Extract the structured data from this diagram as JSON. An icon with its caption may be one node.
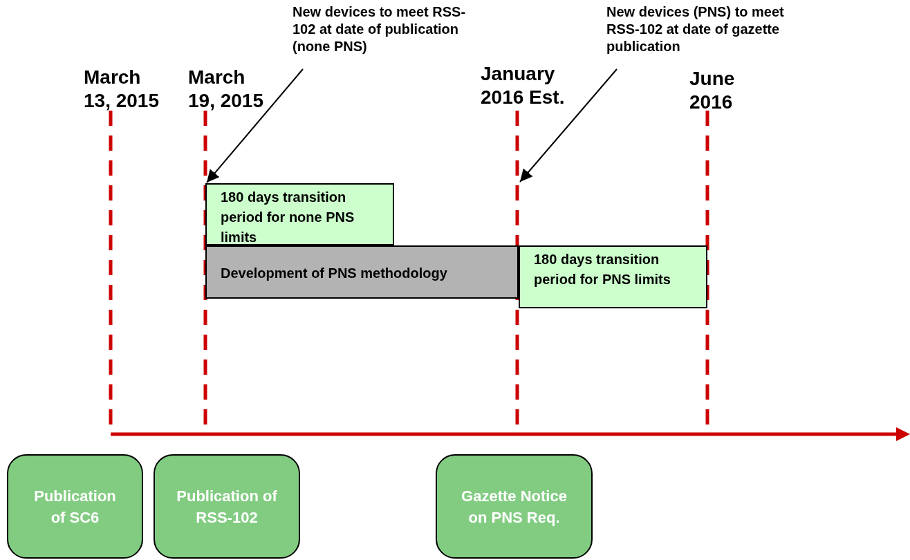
{
  "diagram": {
    "nodes": [
      {
        "text": [
          "New devices to meet RSS-102 at date of publication (none PNS)"
        ]
      },
      {
        "text": [
          "New devices (PNS) to meet RSS-102 at date of gazette publication"
        ]
      },
      {
        "text": [
          "180 days transition period for none PNS limits"
        ]
      },
      {
        "text": [
          "Development of PNS methodology"
        ]
      },
      {
        "text": [
          "180 days transition period for PNS limits"
        ]
      },
      {
        "text": [
          "Publication of SC6"
        ]
      },
      {
        "text": [
          "Publication of RSS-102"
        ]
      },
      {
        "text": [
          "Gazette Notice on PNS Req."
        ]
      }
    ],
    "edges": [
      {
        "from": 0,
        "to": 2,
        "arrow": "to"
      },
      {
        "from": 1,
        "to": null,
        "arrow": "to"
      }
    ],
    "labels": [
      "March 13, 2015",
      "March 19, 2015",
      "January 2016 Est.",
      "June 2016"
    ]
  }
}
